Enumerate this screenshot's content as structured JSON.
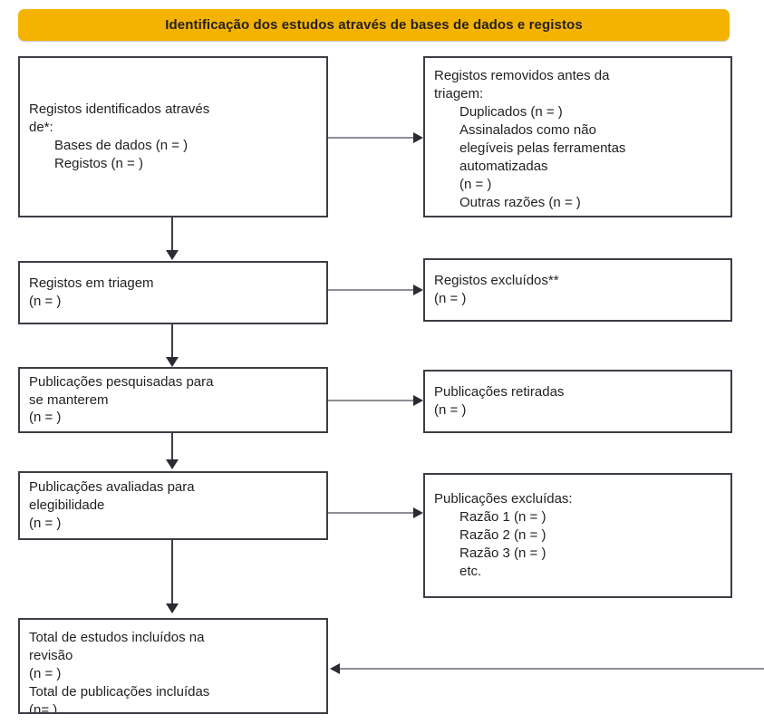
{
  "banner": {
    "label": "Identificação dos estudos através de bases de dados e registos"
  },
  "colors": {
    "banner_fill": "#F5B301",
    "box_border": "#3d3d47",
    "text": "#231f20",
    "connector": "#8e8e96",
    "arrowhead": "#2b2b33"
  },
  "boxes": {
    "identified": {
      "lines": [
        {
          "text": "Registos identificados através",
          "indent": false
        },
        {
          "text": "de*:",
          "indent": false
        },
        {
          "text": "Bases de dados (n = )",
          "indent": true
        },
        {
          "text": "Registos (n = )",
          "indent": true
        }
      ]
    },
    "removed": {
      "lines": [
        {
          "text": "Registos removidos antes da",
          "indent": false
        },
        {
          "text": "triagem:",
          "indent": false
        },
        {
          "text": "Duplicados (n = )",
          "indent": true
        },
        {
          "text": "Assinalados como não",
          "indent": true
        },
        {
          "text": "elegíveis pelas ferramentas",
          "indent": true
        },
        {
          "text": "automatizadas",
          "indent": true
        },
        {
          "text": "(n = )",
          "indent": true
        },
        {
          "text": "Outras razões (n = )",
          "indent": true
        }
      ]
    },
    "screened": {
      "lines": [
        {
          "text": "Registos em triagem",
          "indent": false
        },
        {
          "text": "(n = )",
          "indent": false
        }
      ]
    },
    "excluded_records": {
      "lines": [
        {
          "text": "Registos excluídos**",
          "indent": false
        },
        {
          "text": "(n = )",
          "indent": false
        }
      ]
    },
    "sought": {
      "lines": [
        {
          "text": "Publicações pesquisadas para",
          "indent": false
        },
        {
          "text": "se manterem",
          "indent": false
        },
        {
          "text": "(n = )",
          "indent": false
        }
      ]
    },
    "not_retrieved": {
      "lines": [
        {
          "text": "Publicações retiradas",
          "indent": false
        },
        {
          "text": "(n = )",
          "indent": false
        }
      ]
    },
    "assessed": {
      "lines": [
        {
          "text": "Publicações avaliadas para",
          "indent": false
        },
        {
          "text": "elegibilidade",
          "indent": false
        },
        {
          "text": "(n = )",
          "indent": false
        }
      ]
    },
    "excluded_publications": {
      "lines": [
        {
          "text": "Publicações excluídas:",
          "indent": false
        },
        {
          "text": "Razão 1 (n = )",
          "indent": true
        },
        {
          "text": "Razão 2 (n = )",
          "indent": true
        },
        {
          "text": "Razão 3 (n = )",
          "indent": true
        },
        {
          "text": "etc.",
          "indent": true
        }
      ]
    },
    "included": {
      "lines": [
        {
          "text": "Total de estudos incluídos na",
          "indent": false
        },
        {
          "text": "revisão",
          "indent": false
        },
        {
          "text": "(n = )",
          "indent": false
        },
        {
          "text": "Total de publicações incluídas",
          "indent": false
        },
        {
          "text": "(n= )",
          "indent": false
        }
      ]
    }
  },
  "connectors": {
    "identified_to_removed": "arrow-right",
    "identified_to_screened": "arrow-down",
    "screened_to_excluded": "arrow-right",
    "screened_to_sought": "arrow-down",
    "sought_to_not_retrieved": "arrow-right",
    "sought_to_assessed": "arrow-down",
    "assessed_to_excluded_publications": "arrow-right",
    "assessed_to_included": "arrow-down",
    "right_to_included": "arrow-left"
  }
}
